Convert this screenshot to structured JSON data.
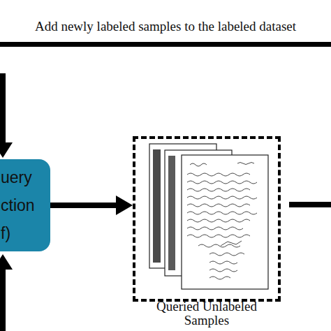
{
  "diagram": {
    "nodes": [
      {
        "text": [
          "uery ction f)"
        ]
      },
      {
        "text": [
          "Queried Unlabeled Samples"
        ]
      }
    ],
    "edges": [
      {
        "from": 0,
        "to": 1,
        "arrow": "to"
      }
    ],
    "labels": [
      "Add newly labeled samples to the labeled dataset"
    ]
  }
}
